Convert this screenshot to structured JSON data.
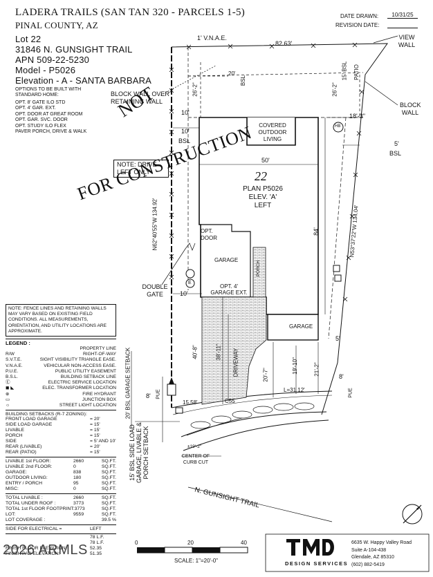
{
  "header": {
    "project": "LADERA TRAILS (SAN TAN 320 - PARCELS 1-5)",
    "county": "PINAL COUNTY, AZ",
    "lot": "Lot  22",
    "address": "31846 N. GUNSIGHT TRAIL",
    "apn": "APN  509-22-5230",
    "model": "Model - P5026",
    "elevation": "Elevation - A - SANTA BARBARA",
    "options_title": "OPTIONS TO BE BUILT WITH STANDARD HOME:",
    "options": [
      "OPT. 8' GATE ILO STD",
      "OPT. 4' GAR. EXT.",
      "OPT. DOOR AT GREAT ROOM",
      "OPT. GAR. SVC. DOOR",
      "OPT. STUDY ILO FLEX",
      "PAVER PORCH, DRIVE & WALK"
    ]
  },
  "dates": {
    "drawn_label": "DATE DRAWN:",
    "drawn_value": "10/31/25",
    "revision_label": "REVISION DATE:",
    "revision_value": ""
  },
  "watermark": {
    "line1": "NOT",
    "line2": "FOR CONSTRUCTION"
  },
  "plan": {
    "lot_number": "22",
    "plan_name": "PLAN P5026",
    "elevation": "ELEV. 'A'",
    "handing": "LEFT",
    "note_drive": "NOTE: DRIVE LEFT ONLY",
    "labels": {
      "vnae_top": "1' V.N.A.E.",
      "top_dim": "82.63'",
      "view_wall": "VIEW WALL",
      "bsl_20": "20'",
      "bsl_text": "BSL",
      "dim_26_2_left": "26'-2\"",
      "dim_26_2_right": "26'-2\"",
      "rear_bsl": "15' BSL",
      "patio": "PATIO",
      "block_wall_retaining": "BLOCK WALL OVER RETAINING WALL",
      "block_wall": "BLOCK WALL",
      "dim_10_top": "10'",
      "dim_10_mid": "10'",
      "bsl_left": "BSL",
      "covered_outdoor": "COVERED OUTDOOR LIVING",
      "hb": "HB",
      "dim_18_3": "18'-3\"",
      "dim_5_right": "5'",
      "bsl_right": "BSL",
      "dim_50": "50'",
      "dim_84": "84'",
      "left_bearing": "N62°40'55\"W 134.92'",
      "right_bearing": "N53°37'22\"W 134.04'",
      "opt_door": "OPT. DOOR",
      "garage": "GARAGE",
      "porch": "PORCH",
      "double_gate": "DOUBLE GATE",
      "e": "E",
      "dim_10_gate": "10'",
      "opt_garage_ext": "OPT. 4' GARAGE EXT.",
      "garage_side": "GARAGE",
      "dim_5_front": "5'",
      "dim_40_8": "40'-8\"",
      "dim_38_11": "38'-11\"",
      "driveway": "DRIVEWAY",
      "dim_20_7": "20'-7\"",
      "dim_19_10": "19'-10\"",
      "dim_21_2": "21'-2\"",
      "garage_setback": "20' BSL GARAGE SETBACK",
      "pue_left": "PUE",
      "pue_right": "PUE",
      "dim_8_left": "8'",
      "dim_8_right": "8'",
      "curve_left": "15.58'",
      "c55": "C55",
      "curve_len": "L=31.12'",
      "side_setback": "15' BSL SIDE LOAD GARAGE, LIVABLE & PORCH SETBACK",
      "curb_dim": "±19'-2\"",
      "curb_center": "CENTER OF CURB CUT",
      "street": "N. GUNSIGHT TRAIL"
    }
  },
  "note": "NOTE: FENCE LINES AND RETAINING WALLS MAY VARY BASED ON EXISTING FIELD CONDITIONS. ALL MEASUREMENTS, ORIENTATION, AND UTILITY LOCATIONS ARE APPROXIMATE.",
  "legend": {
    "title": "LEGEND :",
    "items": [
      {
        "abbr": "",
        "desc": "PROPERTY LINE"
      },
      {
        "abbr": "R/W",
        "desc": "RIGHT-OF-WAY"
      },
      {
        "abbr": "S.V.T.E.",
        "desc": "SIGHT VISIBILITY TRIANGLE EASE."
      },
      {
        "abbr": "V.N.A.E.",
        "desc": "VEHICULAR NON-ACCESS EASE."
      },
      {
        "abbr": "P.U.E.",
        "desc": "PUBLIC UTILITY EASEMENT"
      },
      {
        "abbr": "B.S.L.",
        "desc": "BUILDING SETBACK LINE"
      },
      {
        "abbr": "Ⓔ",
        "desc": "ELECTRIC SERVICE LOCATION"
      },
      {
        "abbr": "◼ ◣",
        "desc": "ELEC. TRANSFORMER LOCATION"
      },
      {
        "abbr": "⊕",
        "desc": "FIRE HYDRANT"
      },
      {
        "abbr": "▭",
        "desc": "JUNCTION BOX"
      },
      {
        "abbr": "☼",
        "desc": "STREET LIGHT LOCATION"
      }
    ]
  },
  "setbacks": {
    "title": "BUILDING SETBACKS (R-7 ZONING):",
    "items": [
      {
        "k": "FRONT LOAD GARAGE",
        "v": "= 20'"
      },
      {
        "k": "SIDE LOAD GARAGE",
        "v": "= 15'"
      },
      {
        "k": "LIVABLE",
        "v": "= 15'"
      },
      {
        "k": "PORCH",
        "v": "= 15'"
      },
      {
        "k": "SIDE",
        "v": "= 5' AND 10'"
      },
      {
        "k": "REAR (LIVABLE)",
        "v": "= 20'"
      },
      {
        "k": "REAR (PATIO)",
        "v": "= 15'"
      }
    ]
  },
  "areas": {
    "block1": [
      {
        "k": "LIVABLE 1st FLOOR:",
        "n": "2660",
        "u": "SQ.FT."
      },
      {
        "k": "LIVABLE 2nd FLOOR:",
        "n": "0",
        "u": "SQ.FT."
      },
      {
        "k": "GARAGE:",
        "n": "838",
        "u": "SQ.FT."
      },
      {
        "k": "OUTDOOR LIVING:",
        "n": "180",
        "u": "SQ.FT."
      },
      {
        "k": "ENTRY / PORCH",
        "n": "95",
        "u": "SQ.FT."
      },
      {
        "k": "MISC:",
        "n": "0",
        "u": "SQ.FT."
      }
    ],
    "block2": [
      {
        "k": "TOTAL LIVABLE :",
        "n": "2660",
        "u": "SQ.FT."
      },
      {
        "k": "TOTAL UNDER ROOF :",
        "n": "3773",
        "u": "SQ.FT."
      },
      {
        "k": "TOTAL 1st FLOOR FOOTPRINT:",
        "n": "3773",
        "u": "SQ.FT."
      },
      {
        "k": "LOT:",
        "n": "9559",
        "u": "SQ.FT."
      },
      {
        "k": "LOT COVERAGE :",
        "n": "",
        "u": "39.5 %"
      }
    ],
    "electrical": {
      "k": "SIDE FOR ELECTRICAL =",
      "v": "LEFT"
    },
    "block3": [
      {
        "k": "",
        "v": "78 L.F."
      },
      {
        "k": "",
        "v": "78 L.F."
      },
      {
        "k": "FINISH FLOOR ELEVATION:",
        "v": "52.35"
      },
      {
        "k": "FINISH PAD ELEVATION:",
        "v": "51.35"
      }
    ]
  },
  "scale": {
    "ticks": [
      "0",
      "20",
      "40"
    ],
    "label": "SCALE:  1\"=20'-0\""
  },
  "watermark_logo": "2026 ARMLS",
  "company": {
    "name": "DESIGN SERVICES",
    "addr1": "6635 W. Happy Valley Road",
    "addr2": "Suite A-104-438",
    "addr3": "Glendale, AZ 85310",
    "phone": "(602) 882-5419"
  }
}
